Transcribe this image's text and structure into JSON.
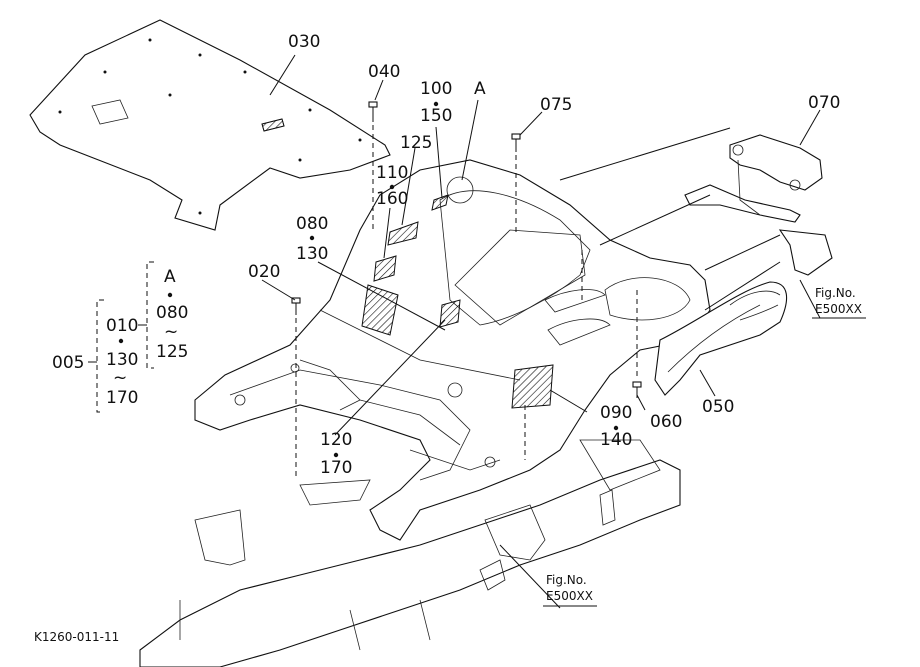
{
  "diagram": {
    "drawing_id": "K1260-011-11",
    "callouts": {
      "c030": "030",
      "c040": "040",
      "c100": "100",
      "c150": "150",
      "cA": "A",
      "c075": "075",
      "c070": "070",
      "c125": "125",
      "c110": "110",
      "c160": "160",
      "c080": "080",
      "c130": "130",
      "c020": "020",
      "c090": "090",
      "c140": "140",
      "c060": "060",
      "c050": "050",
      "c120": "120",
      "c170": "170"
    },
    "group": {
      "main": "005",
      "sub": "010",
      "sub_from": "130",
      "sub_to": "170",
      "tilde": "~",
      "inner_ref": "A",
      "inner_from": "080",
      "inner_to": "125"
    },
    "fig_refs": [
      {
        "label": "Fig.No.",
        "number": "E500XX"
      },
      {
        "label": "Fig.No.",
        "number": "E500XX"
      }
    ]
  }
}
